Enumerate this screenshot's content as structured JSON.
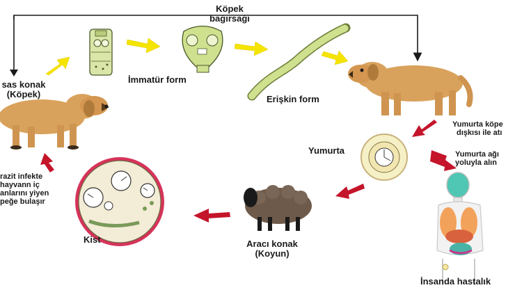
{
  "colors": {
    "yellow_arrow": "#f5e400",
    "red_arrow": "#c4152b",
    "dog_coat": "#d9a25c",
    "cyst_wall": "#d6335a",
    "egg_fill": "#f6f0c6",
    "worm_green": "#c7dd94",
    "sheep_wool": "#6e5a4a"
  },
  "labels": {
    "kopek_bagirsagi_line1": "Köpek",
    "kopek_bagirsagi_line2": "bağırsağı",
    "immatur_form": "İmmatür form",
    "eriskin_form": "Erişkin form",
    "esas_konak_line1": "sas konak",
    "esas_konak_line2": "(Köpek)",
    "yumurta_kopek_line1": "Yumurta köpe",
    "yumurta_kopek_line2": "dışkısı ile atı",
    "yumurta": "Yumurta",
    "yumurta_agiz_line1": "Yumurta ağı",
    "yumurta_agiz_line2": "yoluyla alın",
    "parazit_line1": "razit  infekte",
    "parazit_line2": "hayvann iç",
    "parazit_line3": "anlarını yiyen",
    "parazit_line4": "peğe bulaşır",
    "araci_konak_line1": "Aracı konak",
    "araci_konak_line2": "(Koyun)",
    "kist": "Kist",
    "insanda": "İnsanda hastalık"
  }
}
